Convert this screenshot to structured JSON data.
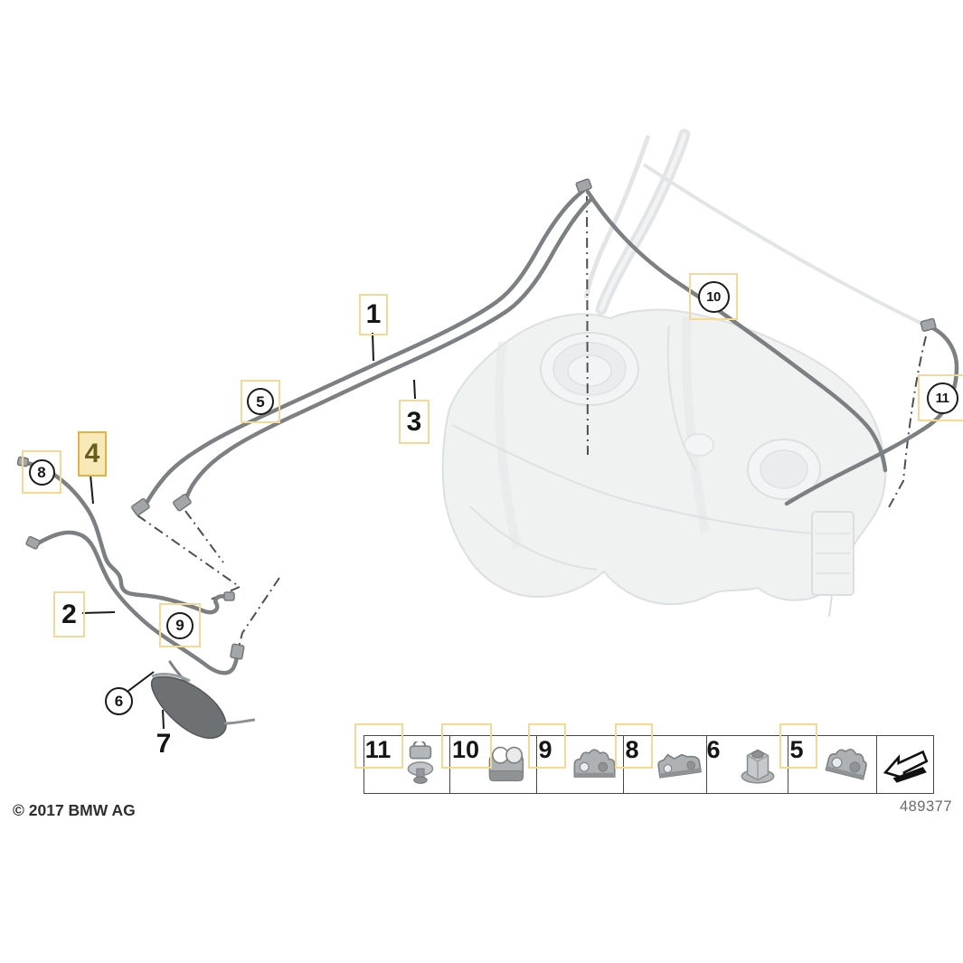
{
  "callouts": [
    {
      "label": "1"
    },
    {
      "label": "2"
    },
    {
      "label": "3"
    },
    {
      "label": "4"
    },
    {
      "label": "5"
    },
    {
      "label": "6"
    },
    {
      "label": "7"
    },
    {
      "label": "8"
    },
    {
      "label": "9"
    },
    {
      "label": "10"
    },
    {
      "label": "11"
    }
  ],
  "highlighted_callout": "4",
  "legend": {
    "items": [
      {
        "label": "11",
        "icon": "push-rivet-clip-icon"
      },
      {
        "label": "10",
        "icon": "tube-clamp-icon"
      },
      {
        "label": "9",
        "icon": "double-tube-clip-icon"
      },
      {
        "label": "8",
        "icon": "tube-clip-icon"
      },
      {
        "label": "6",
        "icon": "flange-nut-icon"
      },
      {
        "label": "5",
        "icon": "double-tube-clip-icon"
      }
    ],
    "arrow_icon": "direction-arrow-icon"
  },
  "footer": {
    "copyright": "© 2017 BMW AG",
    "part_number": "489377"
  },
  "colors": {
    "highlight_fill": "#f7e9b8",
    "highlight_border": "#e8b33c",
    "callout_box_border": "#f2d998",
    "pipe_gray": "#7d8083",
    "faded_part_gray": "#d2d5d7"
  }
}
